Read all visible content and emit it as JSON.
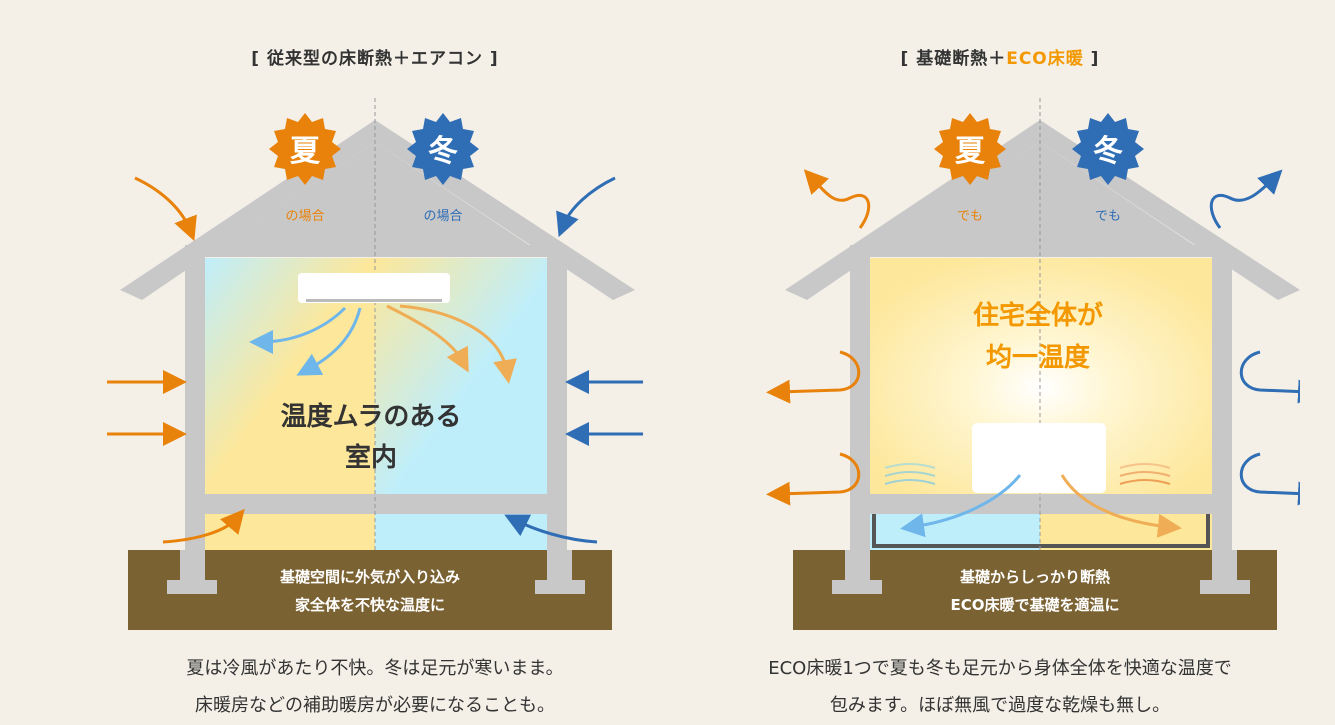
{
  "left": {
    "title_pre": "[ 従来型の床断熱＋",
    "title_accent": "エアコン",
    "title_post": " ]",
    "summer_label": "夏",
    "winter_label": "冬",
    "summer_sub": "の場合",
    "winter_sub": "の場合",
    "room_line1": "温度ムラのある",
    "room_line2": "室内",
    "ground_line1": "基礎空間に外気が入り込み",
    "ground_line2": "家全体を不快な温度に",
    "caption_line1": "夏は冷風があたり不快。冬は足元が寒いまま。",
    "caption_line2": "床暖房などの補助暖房が必要になることも。"
  },
  "right": {
    "title_pre": "[ 基礎断熱＋",
    "title_accent": "ECO床暖",
    "title_post": " ]",
    "summer_label": "夏",
    "winter_label": "冬",
    "summer_sub": "でも",
    "winter_sub": "でも",
    "room_line1": "住宅全体が",
    "room_line2": "均一温度",
    "ground_line1": "基礎からしっかり断熱",
    "ground_line2": "ECO床暖で基礎を適温に",
    "caption_line1": "ECO床暖1つで夏も冬も足元から身体全体を快適な温度で",
    "caption_line2": "包みます。ほぼ無風で過度な乾燥も無し。"
  },
  "colors": {
    "summer": "#e8820a",
    "winter": "#2f6db5",
    "house": "#c8c8c8",
    "ground": "#7b6233",
    "warm": "#fde79a",
    "cool": "#bfeefb"
  },
  "icons": [
    "summer-sun-badge-icon",
    "winter-badge-icon",
    "air-conditioner-icon",
    "floor-heater-icon",
    "airflow-arrow-icon"
  ]
}
